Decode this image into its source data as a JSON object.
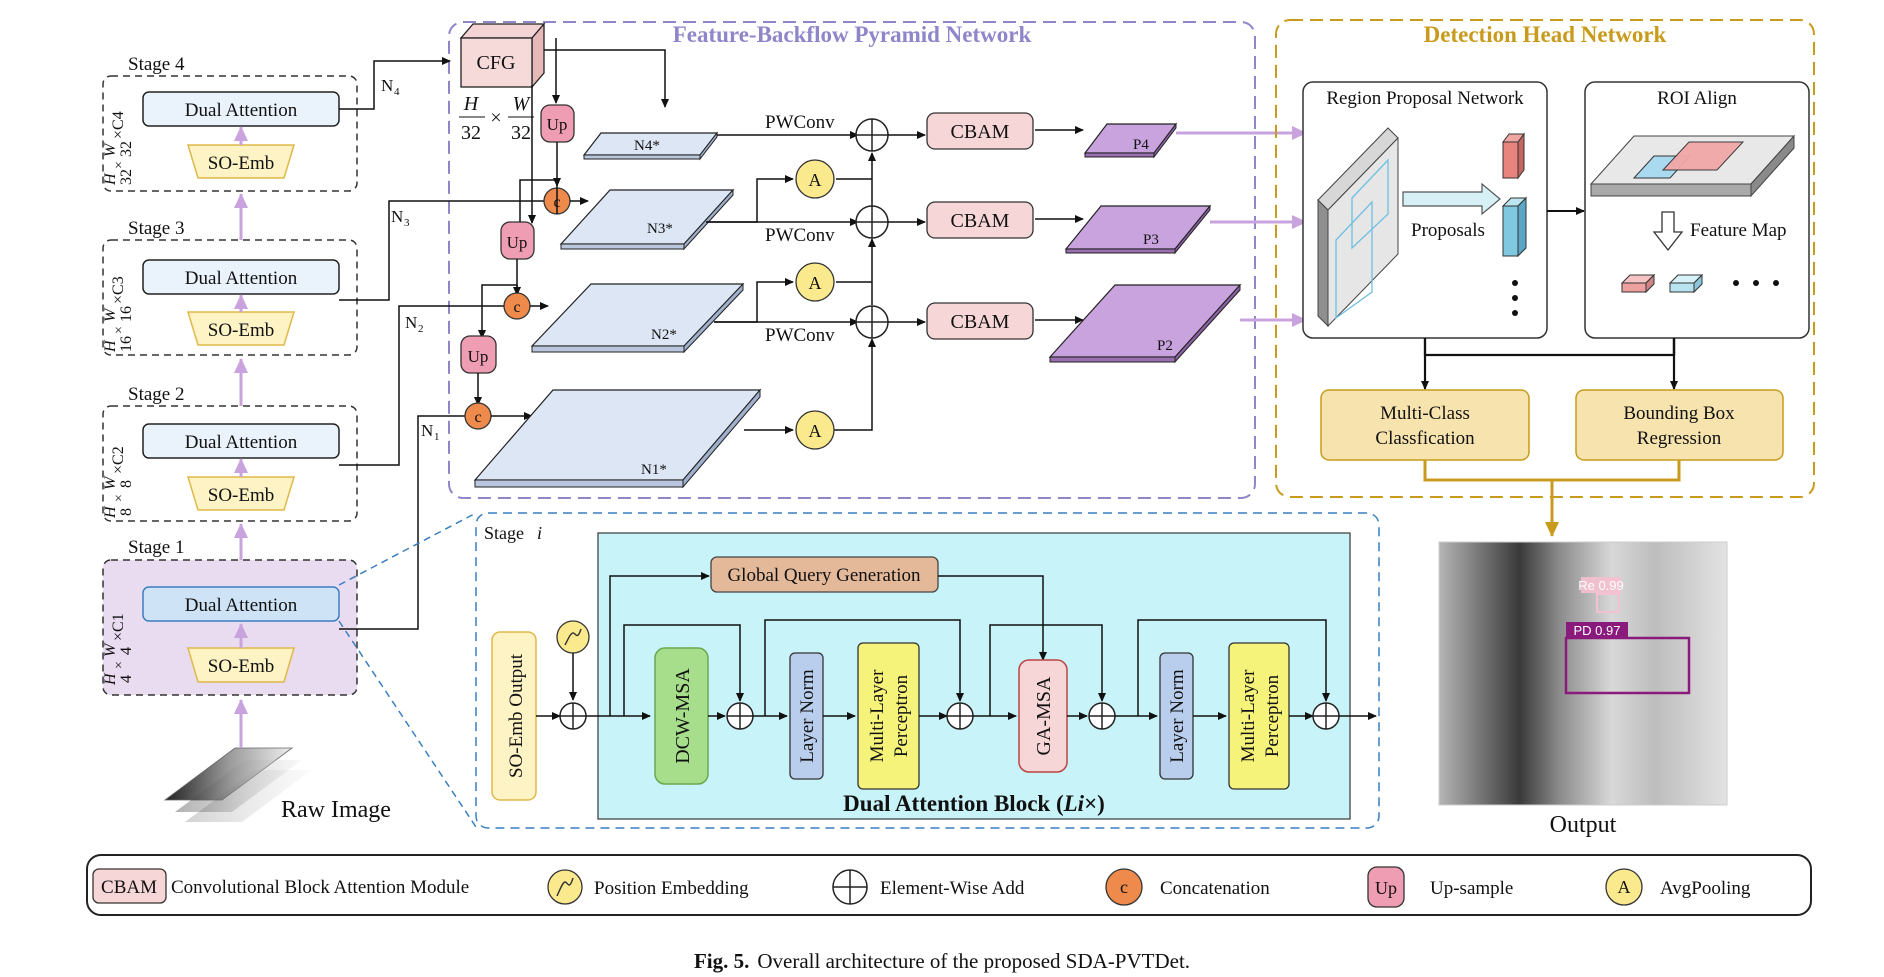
{
  "stages": {
    "s4": {
      "title": "Stage 4",
      "attn": "Dual Attention",
      "emb": "SO-Emb",
      "dimA": "H",
      "dimB": "32",
      "dimC": "W",
      "dimD": "32",
      "dimE": "×C4"
    },
    "s3": {
      "title": "Stage 3",
      "attn": "Dual Attention",
      "emb": "SO-Emb",
      "dimA": "H",
      "dimB": "16",
      "dimC": "W",
      "dimD": "16",
      "dimE": "×C3"
    },
    "s2": {
      "title": "Stage 2",
      "attn": "Dual Attention",
      "emb": "SO-Emb",
      "dimA": "H",
      "dimB": "8",
      "dimC": "W",
      "dimD": "8",
      "dimE": "×C2"
    },
    "s1": {
      "title": "Stage 1",
      "attn": "Dual Attention",
      "emb": "SO-Emb",
      "dimA": "H",
      "dimB": "4",
      "dimC": "W",
      "dimD": "4",
      "dimE": "×C1"
    }
  },
  "raw_image_label": "Raw Image",
  "n_labels": {
    "n4": "N",
    "n4s": "4",
    "n3": "N",
    "n3s": "3",
    "n2": "N",
    "n2s": "2",
    "n1": "N",
    "n1s": "1"
  },
  "fbpn": {
    "title": "Feature-Backflow Pyramid Network",
    "cfg": "CFG",
    "cfg_dim": {
      "h": "H",
      "h_den": "32",
      "times": "×",
      "w": "W",
      "w_den": "32"
    },
    "up": "Up",
    "c": "c",
    "a": "A",
    "pwconv": "PWConv",
    "cbam": "CBAM",
    "n4star": "N4*",
    "n3star": "N3*",
    "n2star": "N2*",
    "n1star": "N1*",
    "p4": "P4",
    "p3": "P3",
    "p2": "P2"
  },
  "dhn": {
    "title": "Detection Head Network",
    "rpn": "Region Proposal Network",
    "roi": "ROI Align",
    "proposals": "Proposals",
    "feature_map": "Feature Map",
    "ellipsis": "• • •",
    "mcc": "Multi-Class Classfication",
    "mcc_line1": "Multi-Class",
    "mcc_line2": "Classfication",
    "bbr_line1": "Bounding Box",
    "bbr_line2": "Regression"
  },
  "stage_i": {
    "title": "Stage",
    "title_i": "i",
    "so_emb_output": "SO-Emb Output",
    "gqg": "Global Query Generation",
    "dcw": "DCW-MSA",
    "ln": "Layer Norm",
    "mlp1": "Multi-Layer",
    "mlp2": "Perceptron",
    "ga": "GA-MSA",
    "block": "Dual Attention Block (",
    "block_l": "Li",
    "block_end": "×)"
  },
  "output": {
    "label": "Output",
    "det1": "Re 0.99",
    "det2": "PD 0.97"
  },
  "legend": {
    "cbam_sym": "CBAM",
    "cbam": "Convolutional Block Attention Module",
    "pos": "Position Embedding",
    "add": "Element-Wise Add",
    "c_sym": "c",
    "concat": "Concatenation",
    "up_sym": "Up",
    "up": "Up-sample",
    "a_sym": "A",
    "avg": "AvgPooling"
  },
  "caption": {
    "fig": "Fig. 5.",
    "text": "Overall architecture of the proposed SDA-PVTDet."
  },
  "colors": {
    "purple_dash": "#8f86c9",
    "gold_dash": "#c89b1c",
    "purple_fill": "#c9a3dd",
    "cbam_fill": "#f6d6d6",
    "up_fill": "#ef9db3",
    "concat_fill": "#ee8a4c",
    "avg_fill": "#fbe98e",
    "mcc_fill": "#f6e3ae",
    "stage_i_fill": "#c8f3f8",
    "stage1_fill": "#eadcf0",
    "attn_fill": "#eaf2fb"
  }
}
